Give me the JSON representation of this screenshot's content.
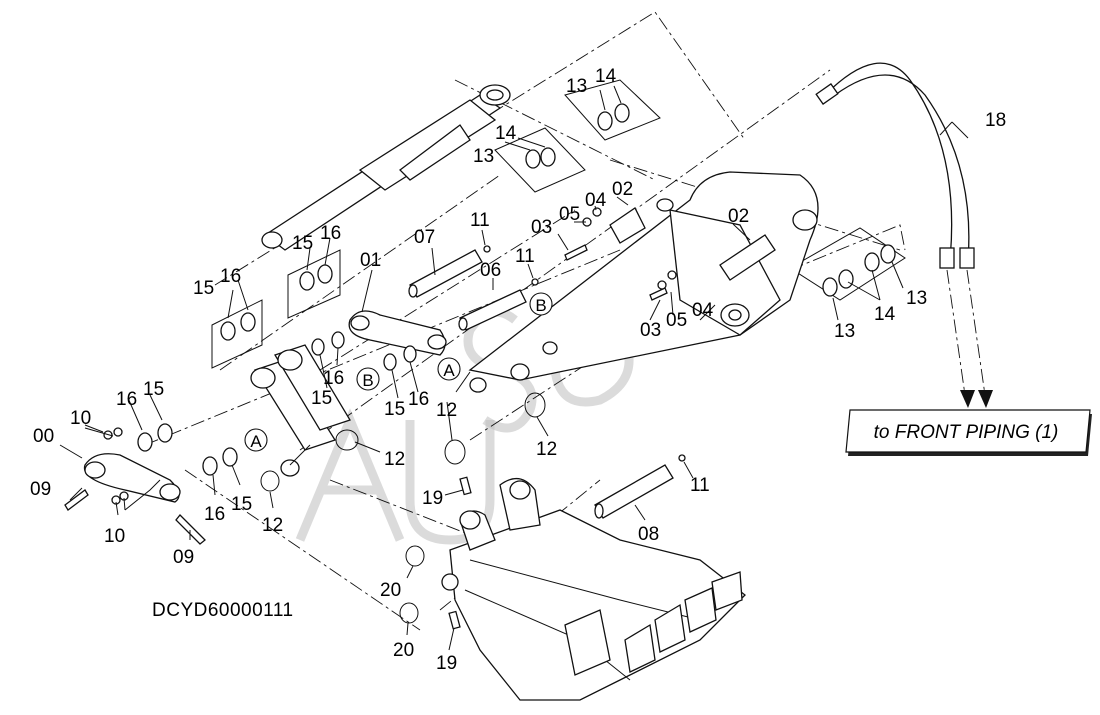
{
  "drawing": {
    "code": "DCYD60000111",
    "front_piping_label": "to FRONT PIPING (1)"
  },
  "letter_markers": {
    "A": "A",
    "B": "B"
  },
  "callouts": {
    "c00": "00",
    "c01": "01",
    "c02a": "02",
    "c02b": "02",
    "c03a": "03",
    "c03b": "03",
    "c04a": "04",
    "c04b": "04",
    "c05a": "05",
    "c05b": "05",
    "c06": "06",
    "c07": "07",
    "c08": "08",
    "c09a": "09",
    "c09b": "09",
    "c10a": "10",
    "c10b": "10",
    "c11a": "11",
    "c11b": "11",
    "c11c": "11",
    "c12a": "12",
    "c12b": "12",
    "c12c": "12",
    "c12d": "12",
    "c13a": "13",
    "c13b": "13",
    "c13c": "13",
    "c13d": "13",
    "c14a": "14",
    "c14b": "14",
    "c14c": "14",
    "c15a": "15",
    "c15b": "15",
    "c15c": "15",
    "c15d": "15",
    "c15e": "15",
    "c15f": "15",
    "c16a": "16",
    "c16b": "16",
    "c16c": "16",
    "c16d": "16",
    "c16e": "16",
    "c16f": "16",
    "c18": "18",
    "c19a": "19",
    "c19b": "19",
    "c20a": "20",
    "c20b": "20"
  }
}
